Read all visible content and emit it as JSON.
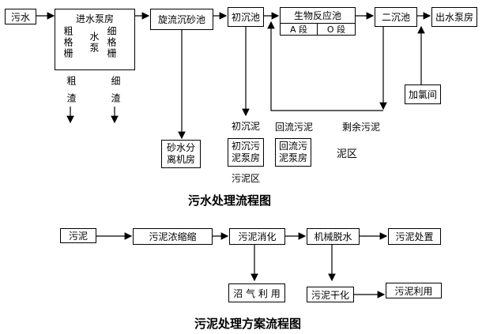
{
  "top": {
    "title": "污水处理流程图",
    "wushui": "污水",
    "pump_room": "进水泵房",
    "coarse_screen": "粗格栅",
    "pump": "水泵",
    "fine_screen": "细格栅",
    "coarse_slag": "粗渣",
    "fine_slag": "细渣",
    "grit": "旋流沉砂池",
    "primary": "初沉池",
    "bio": "生物反应池",
    "seg_a": "A 段",
    "seg_o": "O 段",
    "secondary": "二沉池",
    "outlet_pump": "出水泵房",
    "chlorine": "加氯间",
    "sand_sep": "砂水分离机房",
    "primary_sludge": "初沉泥",
    "return_sludge": "回流污泥",
    "excess_sludge": "剩余污泥",
    "primary_sludge_pump": "初沉污泥泵房",
    "return_sludge_pump": "回流污泥泵房",
    "sludge_area_label": "污泥区",
    "mud_area": "泥区"
  },
  "bottom": {
    "title": "污泥处理方案流程图",
    "sludge": "污泥",
    "thicken": "污泥浓缩缩",
    "digest": "污泥消化",
    "dewater": "机械脱水",
    "dispose": "污泥处置",
    "biogas": "沼 气 利 用",
    "dry": "污泥干化",
    "reuse": "污泥利用"
  }
}
